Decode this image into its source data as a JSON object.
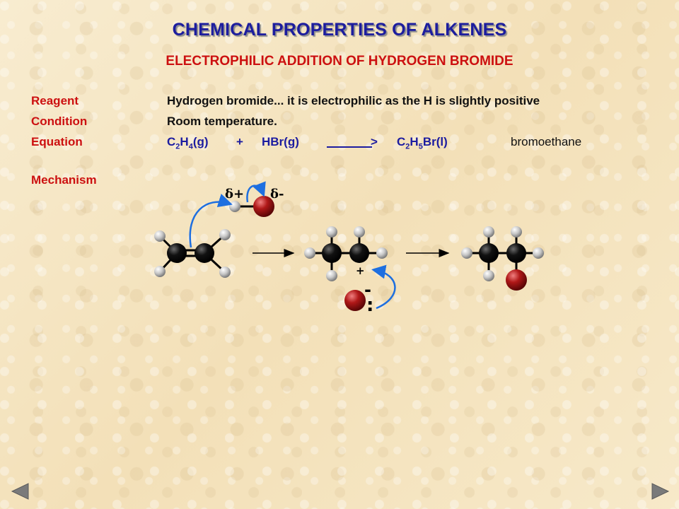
{
  "title": "CHEMICAL PROPERTIES OF ALKENES",
  "subtitle": "ELECTROPHILIC ADDITION OF HYDROGEN BROMIDE",
  "reagent": {
    "label": "Reagent",
    "text": "Hydrogen bromide...  it is electrophilic as the H is slightly positive"
  },
  "condition": {
    "label": "Condition",
    "text": "Room temperature."
  },
  "equation": {
    "label": "Equation",
    "reactant1": {
      "a": "C",
      "a_sub": "2",
      "b": "H",
      "b_sub": "4",
      "state": "(g)"
    },
    "plus": "+",
    "reactant2": "HBr(g)",
    "arrow_head": ">",
    "product": {
      "a": "C",
      "a_sub": "2",
      "b": "H",
      "b_sub": "5",
      "rest": "Br(l)"
    },
    "product_name": "bromoethane"
  },
  "mechanism": {
    "label": "Mechanism",
    "delta_plus": "δ+",
    "delta_minus": "δ-",
    "carbocation_charge": "+",
    "bromide_charge": "-",
    "lone_pair": ":"
  },
  "colors": {
    "title": "#1d1d9e",
    "label_red": "#cc1010",
    "equation_blue": "#1c1ca0",
    "curly_arrow": "#1e6fe0",
    "bromine": "#b01818",
    "carbon": "#0a0a0a",
    "hydrogen": "#c8c8c8"
  },
  "nav": {
    "previous_icon": "triangle-left-icon",
    "next_icon": "triangle-right-icon"
  }
}
